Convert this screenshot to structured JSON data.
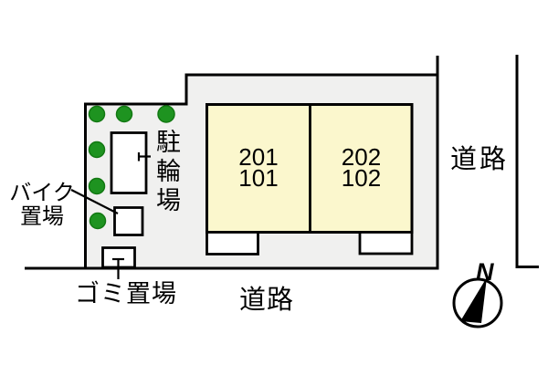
{
  "plan": {
    "units": [
      {
        "line1": "201",
        "line2": "101"
      },
      {
        "line1": "202",
        "line2": "102"
      }
    ],
    "labels": {
      "bicycle_parking": "駐輪場",
      "bike_parking_line1": "バイク",
      "bike_parking_line2": "置場",
      "garbage_area": "ゴミ置場",
      "road_right": "道路",
      "road_bottom": "道路",
      "north": "N"
    },
    "colors": {
      "plot_fill": "#F0F0EF",
      "unit_fill": "#FBF7CD",
      "tree_green": "#1E9320",
      "tree_edge": "#127812",
      "outline": "#000000"
    },
    "tree_count": 6
  }
}
